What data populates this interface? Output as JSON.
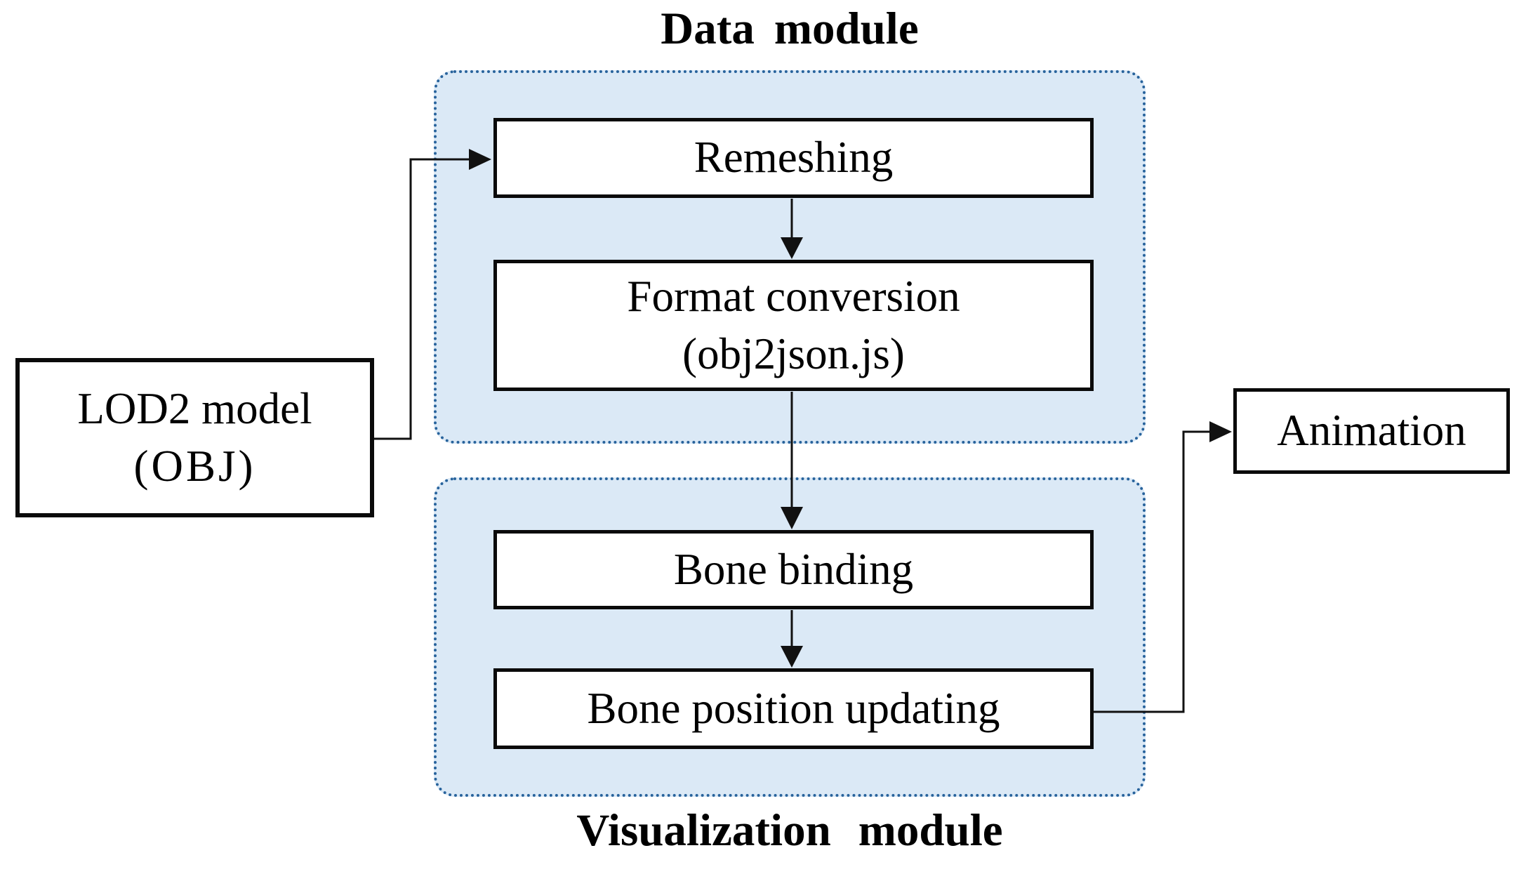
{
  "diagram": {
    "title_top": "Data module",
    "title_bottom": "Visualization module",
    "nodes": {
      "lod2_model": {
        "line1": "LOD2 model",
        "line2": "(OBJ)"
      },
      "remeshing": {
        "label": "Remeshing"
      },
      "format_conversion": {
        "line1": "Format conversion",
        "line2": "(obj2json.js)"
      },
      "bone_binding": {
        "label": "Bone binding"
      },
      "bone_position_updating": {
        "label": "Bone position updating"
      },
      "animation": {
        "label": "Animation"
      }
    },
    "connections": [
      {
        "from": "lod2_model",
        "to": "remeshing"
      },
      {
        "from": "remeshing",
        "to": "format_conversion"
      },
      {
        "from": "format_conversion",
        "to": "bone_binding"
      },
      {
        "from": "bone_binding",
        "to": "bone_position_updating"
      },
      {
        "from": "bone_position_updating",
        "to": "animation"
      }
    ],
    "colors": {
      "module_fill": "#dbe9f6",
      "module_border": "#28639c",
      "node_fill": "#ffffff",
      "node_border": "#0a0a0a",
      "arrow": "#111111",
      "text": "#000000",
      "background": "#ffffff"
    }
  }
}
